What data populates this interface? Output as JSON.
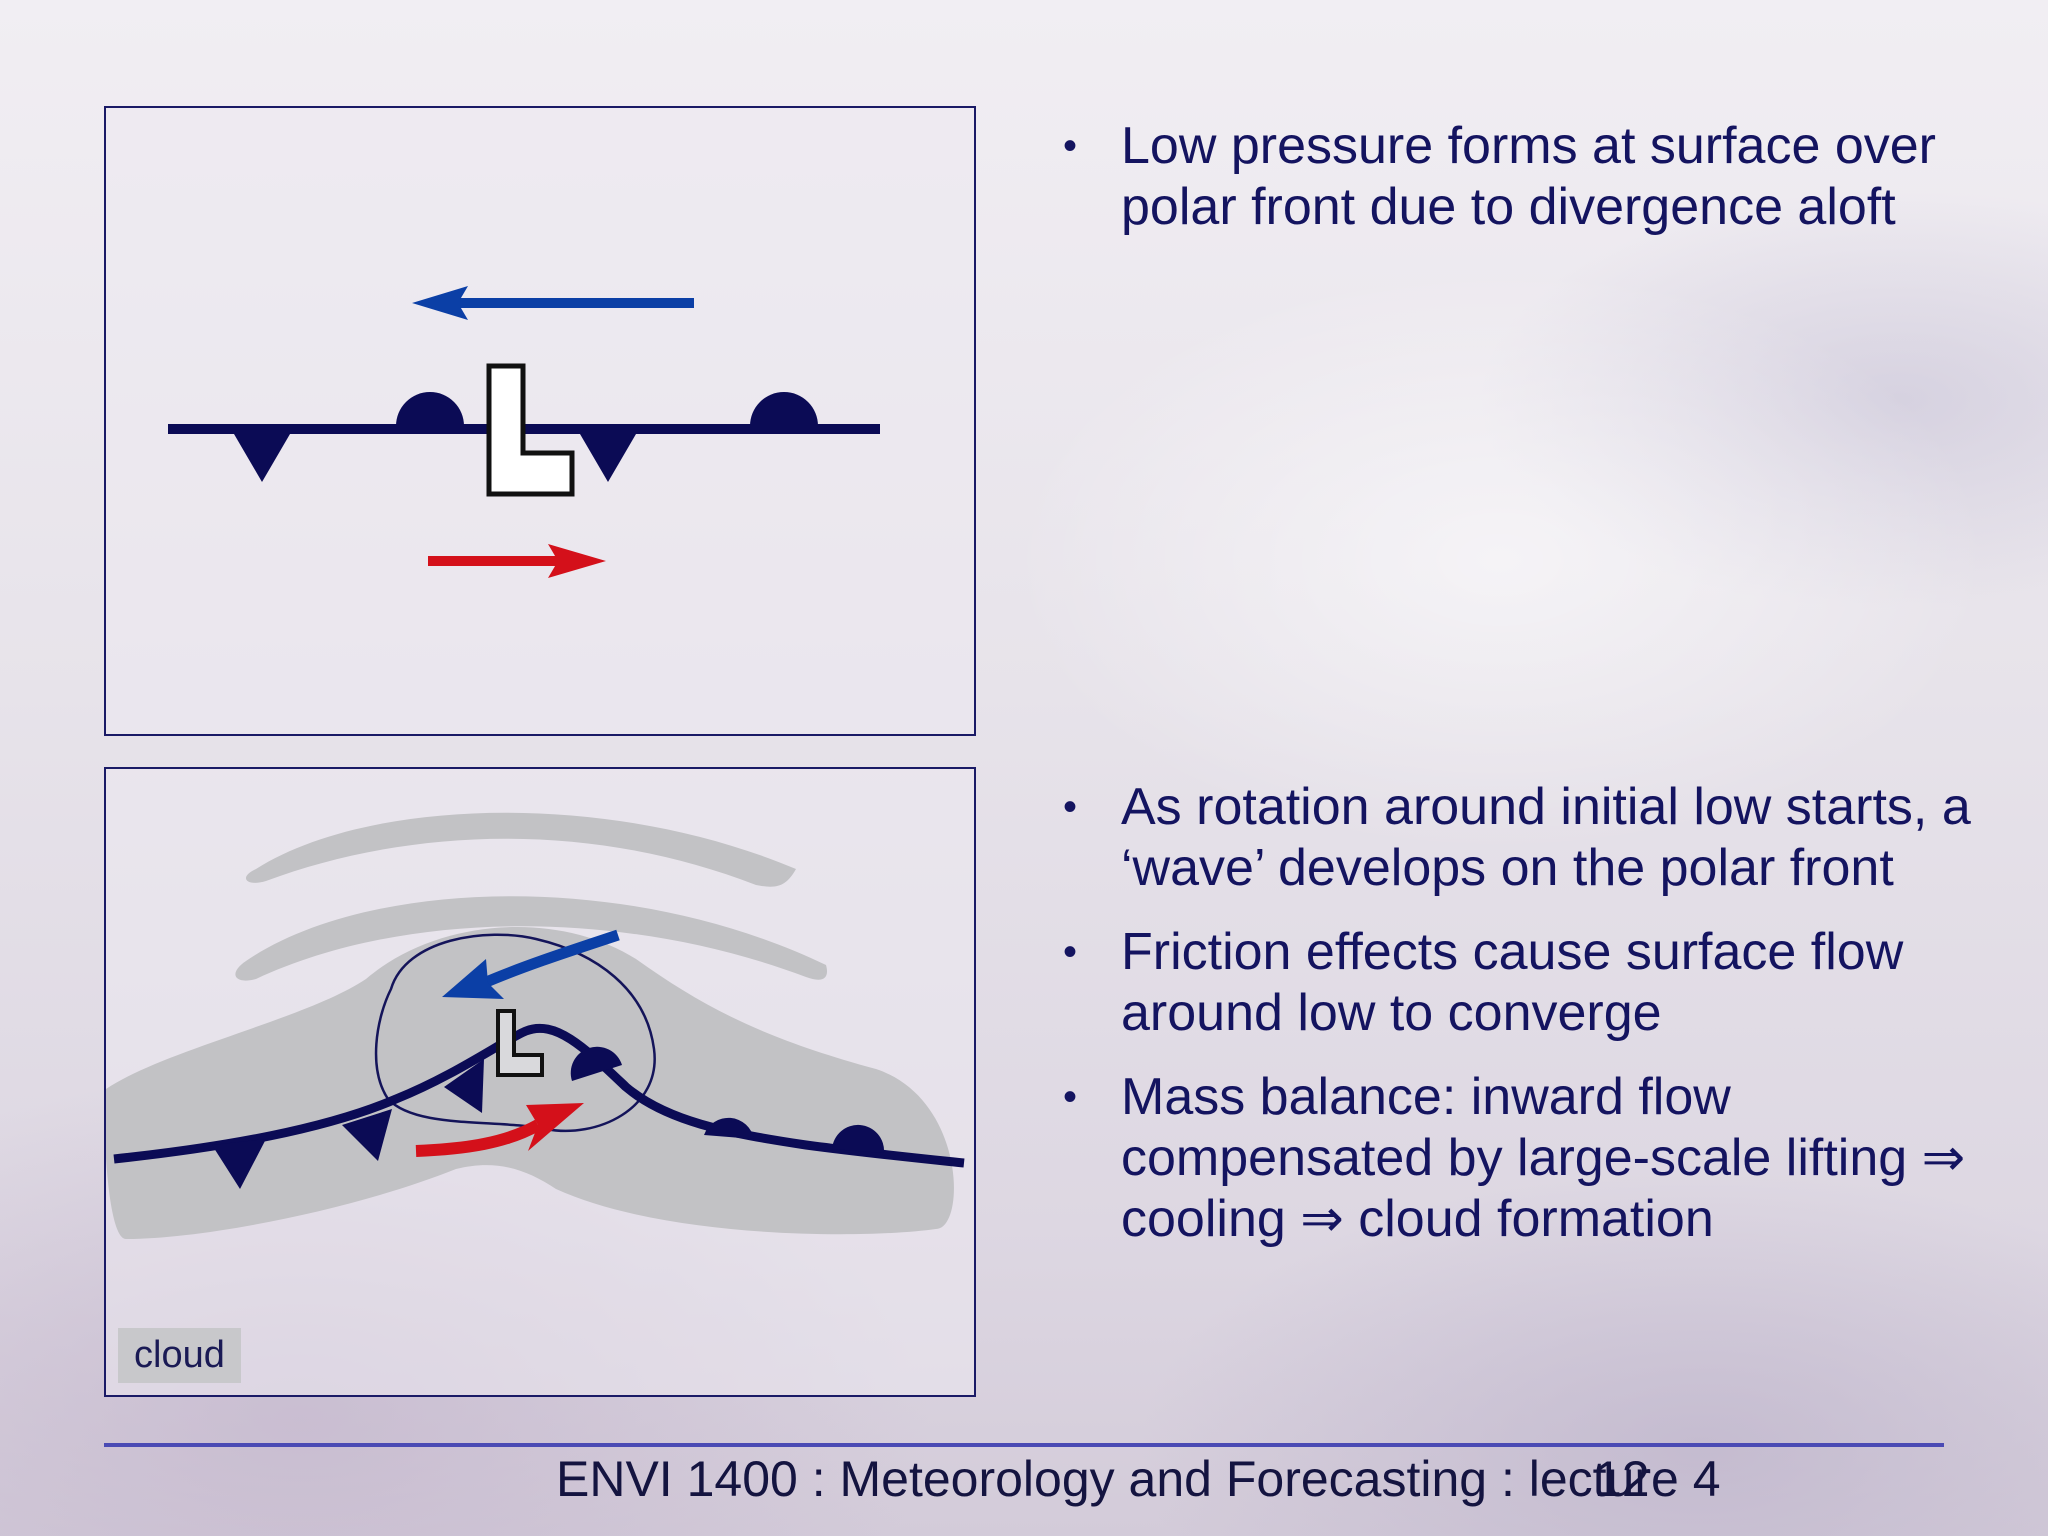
{
  "slide": {
    "bullets_top": [
      "Low pressure forms at surface over polar front due to divergence aloft"
    ],
    "bullets_bottom": [
      "As rotation around initial low starts, a ‘wave’ develops on the polar front",
      "Friction effects cause surface flow around low to converge",
      "Mass balance: inward flow compensated by large-scale lifting ⇒ cooling ⇒ cloud formation"
    ],
    "bullet_glyph": "•"
  },
  "diagram_top": {
    "low_label": "L",
    "upper_arrow_color": "#0b3fa6",
    "lower_arrow_color": "#d4101a",
    "front_color": "#0b0b55"
  },
  "diagram_bottom": {
    "low_label": "L",
    "cloud_label": "cloud",
    "cloud_color": "#c2c2c5"
  },
  "footer": {
    "course_text": "ENVI 1400 : Meteorology and Forecasting : lecture 4",
    "page_number": "12"
  }
}
